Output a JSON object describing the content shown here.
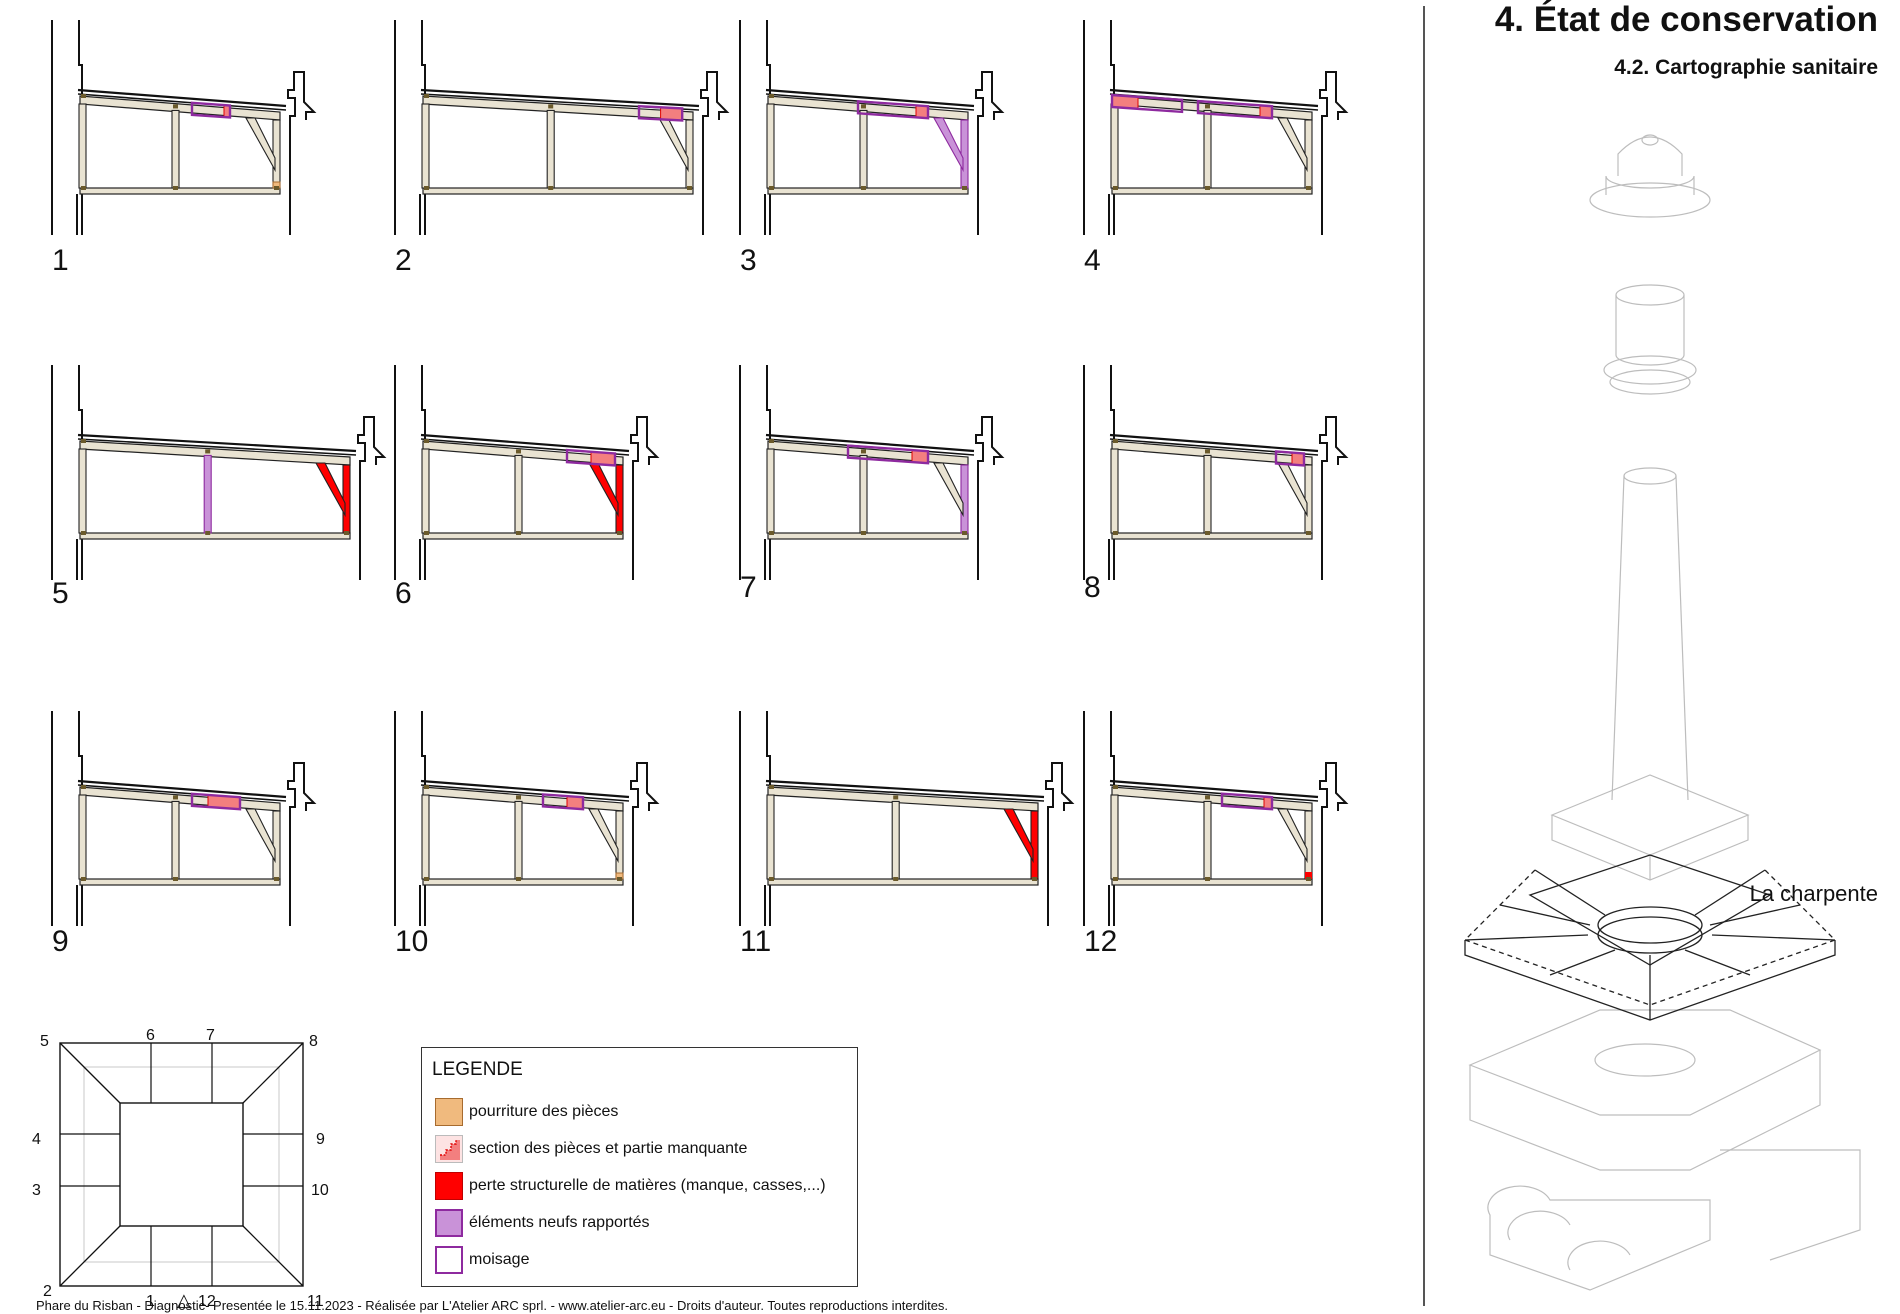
{
  "header": {
    "title": "4. État de conservation",
    "subtitle": "4.2. Cartographie sanitaire"
  },
  "sections": [
    {
      "label": "1",
      "moisage": [
        [
          0.56,
          0.75
        ]
      ],
      "new": [],
      "red": [],
      "sectionLoss": [
        0.72,
        0.75
      ],
      "rot": [
        2
      ]
    },
    {
      "label": "2",
      "moisage": [
        [
          0.8,
          0.96
        ]
      ],
      "new": [],
      "red": [],
      "sectionLoss": [
        0.88,
        0.96
      ],
      "rot": []
    },
    {
      "label": "3",
      "moisage": [
        [
          0.45,
          0.8
        ]
      ],
      "new": [
        "brace",
        "post"
      ],
      "red": [],
      "sectionLoss": [
        0.74,
        0.8
      ],
      "rot": []
    },
    {
      "label": "4",
      "moisage": [
        [
          0.0,
          0.35
        ],
        [
          0.43,
          0.8
        ]
      ],
      "new": [],
      "red": [],
      "sectionLoss": [
        0.0,
        0.13
      ],
      "sectionLoss2": [
        0.74,
        0.8
      ],
      "rot": []
    },
    {
      "label": "5",
      "moisage": [],
      "new": [
        "midpost"
      ],
      "red": [
        "brace",
        "post"
      ],
      "sectionLoss": null,
      "rot": []
    },
    {
      "label": "6",
      "moisage": [
        [
          0.72,
          0.96
        ]
      ],
      "new": [],
      "red": [
        "brace",
        "post"
      ],
      "sectionLoss": [
        0.84,
        0.96
      ],
      "rot": []
    },
    {
      "label": "7",
      "moisage": [
        [
          0.4,
          0.8
        ]
      ],
      "new": [
        "post"
      ],
      "red": [],
      "sectionLoss": [
        0.72,
        0.8
      ],
      "rot": []
    },
    {
      "label": "8",
      "moisage": [
        [
          0.82,
          0.96
        ]
      ],
      "new": [],
      "red": [],
      "sectionLoss": [
        0.9,
        0.96
      ],
      "rot": []
    },
    {
      "label": "9",
      "moisage": [
        [
          0.56,
          0.8
        ]
      ],
      "new": [],
      "red": [],
      "sectionLoss": [
        0.64,
        0.8
      ],
      "rot": []
    },
    {
      "label": "10",
      "moisage": [
        [
          0.6,
          0.8
        ]
      ],
      "new": [],
      "red": [],
      "sectionLoss": [
        0.72,
        0.8
      ],
      "rot": [
        2
      ]
    },
    {
      "label": "11",
      "moisage": [],
      "new": [],
      "red": [
        "brace",
        "post"
      ],
      "sectionLoss": null,
      "rot": []
    },
    {
      "label": "12",
      "moisage": [
        [
          0.55,
          0.8
        ]
      ],
      "new": [],
      "red": [
        "postfoot"
      ],
      "sectionLoss": [
        0.76,
        0.8
      ],
      "rot": []
    }
  ],
  "plan": {
    "labels": [
      "1",
      "2",
      "3",
      "4",
      "5",
      "6",
      "7",
      "8",
      "9",
      "10",
      "11",
      "12"
    ],
    "north_marker": "△"
  },
  "legend": {
    "title": "LEGENDE",
    "items": [
      {
        "key": "rot",
        "label": "pourriture des pièces"
      },
      {
        "key": "sec",
        "label": "section des pièces et partie manquante"
      },
      {
        "key": "red",
        "label": "perte structurelle de matières (manque, casses,...)"
      },
      {
        "key": "new",
        "label": "éléments neufs rapportés"
      },
      {
        "key": "moi",
        "label": "moisage"
      }
    ]
  },
  "axonometry": {
    "label": "La charpente"
  },
  "footer": {
    "text": "Phare du Risban - Diagnostic- Presentée le 15.11.2023 - Réalisée par L'Atelier ARC sprl. - www.atelier-arc.eu - Droits d'auteur. Toutes reproductions interdites."
  },
  "colors": {
    "wood": "#e9e3d2",
    "rot": "#f0ba7e",
    "section": "#fde3e3",
    "red": "#ff0000",
    "new": "#c992d8",
    "moisage": "#8e2a9f"
  }
}
